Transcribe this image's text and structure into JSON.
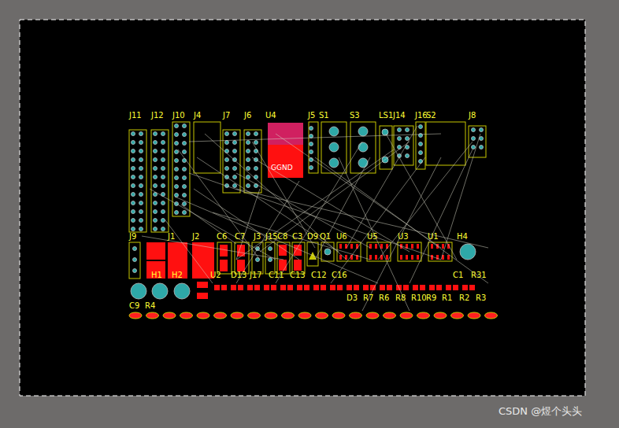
{
  "diagram": {
    "labels": [
      "J11",
      "J12",
      "J10",
      "J4",
      "J7",
      "J6",
      "U4",
      "J5",
      "S1",
      "S3",
      "LS1",
      "J14",
      "J16",
      "S2",
      "J8",
      "GGND",
      "J9",
      "J1",
      "J2",
      "C6",
      "C7",
      "J3",
      "J15",
      "C8",
      "C3",
      "D9",
      "Q1",
      "U6",
      "U5",
      "U3",
      "U1",
      "H4",
      "H1",
      "H2",
      "U2",
      "D13",
      "J17",
      "C11",
      "C13",
      "C12",
      "C16",
      "C1",
      "R31",
      "C9",
      "R4",
      "D3",
      "R7",
      "R6",
      "R8",
      "R10",
      "R9",
      "R1",
      "R2",
      "R3",
      "CSDN @煜个头头"
    ]
  }
}
